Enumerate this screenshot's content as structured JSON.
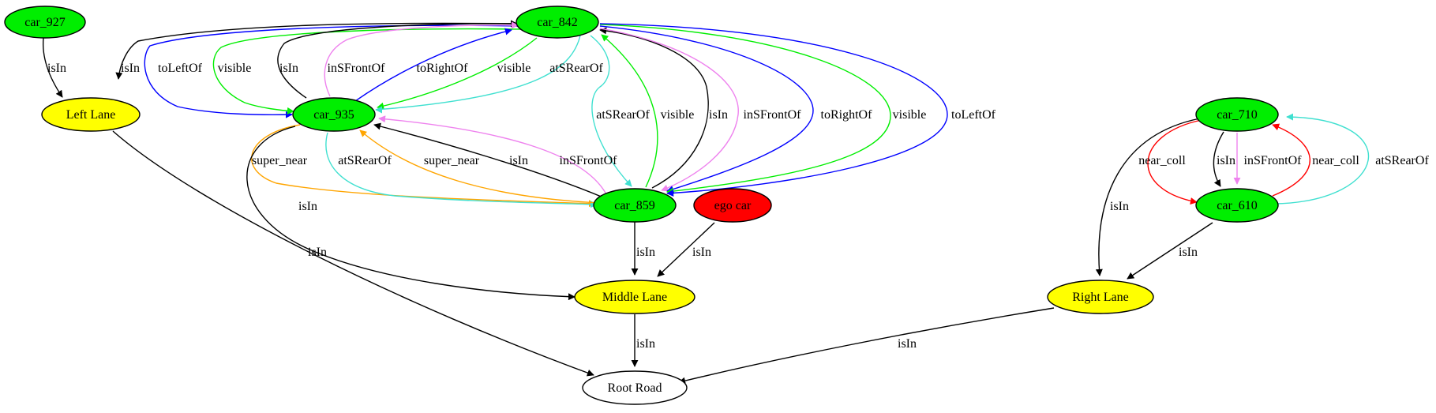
{
  "graph": {
    "nodes": {
      "car_927": {
        "label": "car_927",
        "fill": "#00ee00"
      },
      "car_842": {
        "label": "car_842",
        "fill": "#00ee00"
      },
      "left_lane": {
        "label": "Left Lane",
        "fill": "#ffff00"
      },
      "car_935": {
        "label": "car_935",
        "fill": "#00ee00"
      },
      "car_859": {
        "label": "car_859",
        "fill": "#00ee00"
      },
      "ego_car": {
        "label": "ego car",
        "fill": "#ff0000"
      },
      "middle_lane": {
        "label": "Middle Lane",
        "fill": "#ffff00"
      },
      "root_road": {
        "label": "Root Road",
        "fill": "#ffffff"
      },
      "car_710": {
        "label": "car_710",
        "fill": "#00ee00"
      },
      "car_610": {
        "label": "car_610",
        "fill": "#00ee00"
      },
      "right_lane": {
        "label": "Right Lane",
        "fill": "#ffff00"
      }
    },
    "edges": {
      "e927_left": {
        "label": "isIn"
      },
      "e842_left": {
        "label": "isIn"
      },
      "e842_935_toLeftOf": {
        "label": "toLeftOf"
      },
      "e842_935_visible": {
        "label": "visible"
      },
      "e935_842_isIn": {
        "label": "isIn"
      },
      "e935_842_inSFrontOf": {
        "label": "inSFrontOf"
      },
      "e935_842_toRightOf": {
        "label": "toRightOf"
      },
      "e842_935_visible2": {
        "label": "visible"
      },
      "e842_935_atSRearOf": {
        "label": "atSRearOf"
      },
      "e842_859_atSRearOf": {
        "label": "atSRearOf"
      },
      "e859_842_visible": {
        "label": "visible"
      },
      "e859_842_isIn": {
        "label": "isIn"
      },
      "e842_859_inSFrontOf": {
        "label": "inSFrontOf"
      },
      "e842_859_toRightOf": {
        "label": "toRightOf"
      },
      "e842_859_visible": {
        "label": "visible"
      },
      "e842_859_toLeftOf": {
        "label": "toLeftOf"
      },
      "e935_859_super_near": {
        "label": "super_near"
      },
      "e935_859_atSRearOf": {
        "label": "atSRearOf"
      },
      "e859_935_super_near": {
        "label": "super_near"
      },
      "e859_935_isIn": {
        "label": "isIn"
      },
      "e859_935_inSFrontOf": {
        "label": "inSFrontOf"
      },
      "e935_middle_isIn": {
        "label": "isIn"
      },
      "e859_middle_isIn": {
        "label": "isIn"
      },
      "eego_middle_isIn": {
        "label": "isIn"
      },
      "eleft_root_isIn": {
        "label": "isIn"
      },
      "emiddle_root_isIn": {
        "label": "isIn"
      },
      "eright_root_isIn": {
        "label": "isIn"
      },
      "e710_right_isIn": {
        "label": "isIn"
      },
      "e710_610_near_coll": {
        "label": "near_coll"
      },
      "e710_610_isIn": {
        "label": "isIn"
      },
      "e710_610_inSFrontOf": {
        "label": "inSFrontOf"
      },
      "e610_710_near_coll": {
        "label": "near_coll"
      },
      "e610_710_atSRearOf": {
        "label": "atSRearOf"
      },
      "e610_right_isIn": {
        "label": "isIn"
      }
    },
    "colors": {
      "black": "#000000",
      "blue": "#0000ff",
      "green": "#00ee00",
      "violet": "#ee82ee",
      "turquoise": "#40e0d0",
      "orange": "#ffa500",
      "red": "#ff0000"
    }
  }
}
